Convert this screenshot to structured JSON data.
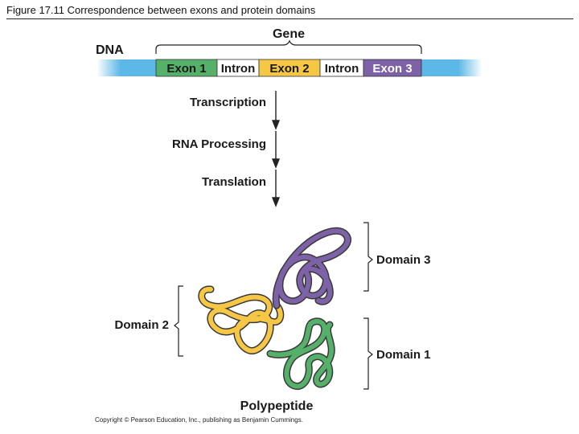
{
  "figure_title": "Figure 17.11  Correspondence between exons and protein domains",
  "gene_label": "Gene",
  "dna_label": "DNA",
  "segments": [
    {
      "label": "Exon 1",
      "color": "#55b06a",
      "text_color": "#1a1a1a"
    },
    {
      "label": "Intron",
      "color": "#ffffff",
      "text_color": "#1a1a1a"
    },
    {
      "label": "Exon 2",
      "color": "#f5c744",
      "text_color": "#1a1a1a"
    },
    {
      "label": "Intron",
      "color": "#ffffff",
      "text_color": "#1a1a1a"
    },
    {
      "label": "Exon 3",
      "color": "#7d62a8",
      "text_color": "#ffffff"
    }
  ],
  "dna_color": "#5cb8e6",
  "steps": [
    "Transcription",
    "RNA Processing",
    "Translation"
  ],
  "domains": {
    "domain3": "Domain 3",
    "domain2": "Domain 2",
    "domain1": "Domain 1"
  },
  "polypeptide_label": "Polypeptide",
  "copyright": "Copyright © Pearson Education, Inc., publishing as Benjamin Cummings."
}
